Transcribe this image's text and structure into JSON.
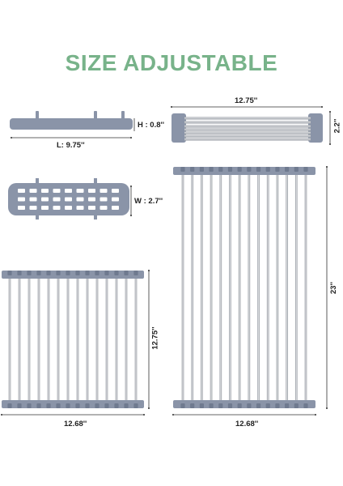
{
  "title": "SIZE ADJUSTABLE",
  "colors": {
    "title": "#78b38a",
    "frame": "#8a94a8",
    "frame_dark": "#6f7a8f",
    "rod": "#a9adb3",
    "rod_highlight": "#e6e8ea",
    "dimension_line": "#333333"
  },
  "dimensions": {
    "tray_length": "L: 9.75''",
    "tray_height": "H : 0.8''",
    "tray_width": "W : 2.7''",
    "rolled_length": "12.75''",
    "rolled_height": "2.2''",
    "open_width": "12.68''",
    "open_length": "23''",
    "half_width": "12.68''",
    "half_length": "12.75''"
  }
}
